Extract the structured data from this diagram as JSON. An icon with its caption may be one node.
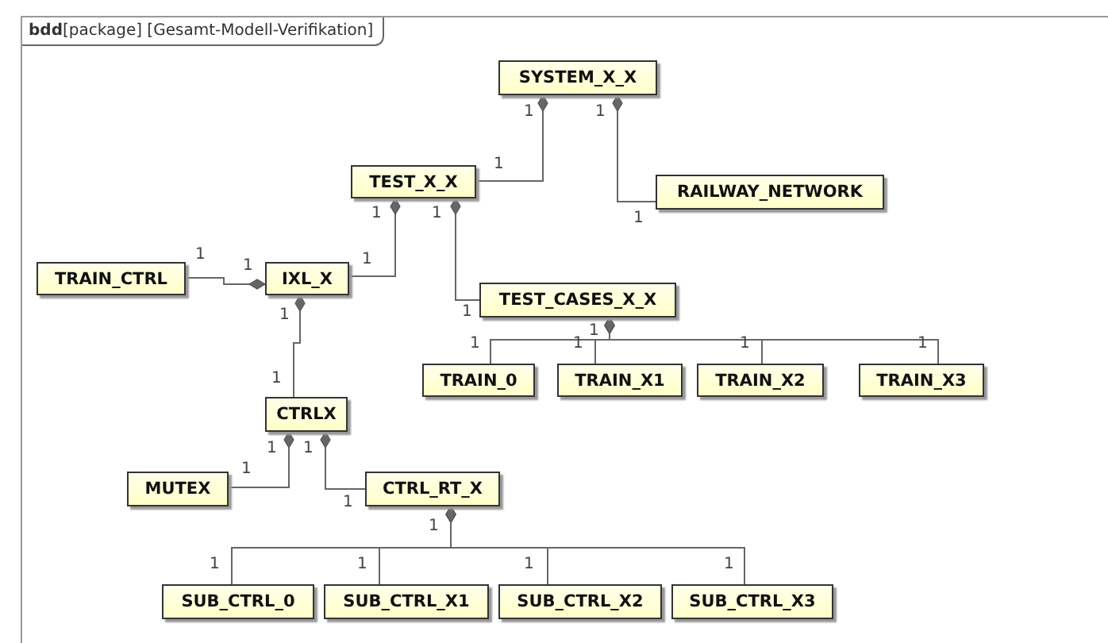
{
  "diagram": {
    "nodes": [
      {
        "text": [
          "**bdd**[package] [Gesamt-Modell-Verifikation]"
        ]
      },
      {
        "text": [
          "SYSTEM_X_X"
        ],
        "in": 0
      },
      {
        "text": [
          "TEST_X_X"
        ],
        "in": 0
      },
      {
        "text": [
          "RAILWAY_NETWORK"
        ],
        "in": 0
      },
      {
        "text": [
          "TRAIN_CTRL"
        ],
        "in": 0
      },
      {
        "text": [
          "IXL_X"
        ],
        "in": 0
      },
      {
        "text": [
          "TEST_CASES_X_X"
        ],
        "in": 0
      },
      {
        "text": [
          "TRAIN_0"
        ],
        "in": 0
      },
      {
        "text": [
          "TRAIN_X1"
        ],
        "in": 0
      },
      {
        "text": [
          "TRAIN_X2"
        ],
        "in": 0
      },
      {
        "text": [
          "TRAIN_X3"
        ],
        "in": 0
      },
      {
        "text": [
          "CTRLX"
        ],
        "in": 0
      },
      {
        "text": [
          "MUTEX"
        ],
        "in": 0
      },
      {
        "text": [
          "CTRL_RT_X"
        ],
        "in": 0
      },
      {
        "text": [
          "SUB_CTRL_0"
        ],
        "in": 0
      },
      {
        "text": [
          "SUB_CTRL_X1"
        ],
        "in": 0
      },
      {
        "text": [
          "SUB_CTRL_X2"
        ],
        "in": 0
      },
      {
        "text": [
          "SUB_CTRL_X3"
        ],
        "in": 0
      }
    ],
    "edges": [
      {
        "from": 1,
        "to": 2,
        "arrow": "other"
      },
      {
        "from": 1,
        "to": 3,
        "arrow": "other"
      },
      {
        "from": 2,
        "to": 5,
        "arrow": "other"
      },
      {
        "from": 2,
        "to": 6,
        "arrow": "other"
      },
      {
        "from": 5,
        "to": 4,
        "arrow": "other"
      },
      {
        "from": 5,
        "to": 11,
        "arrow": "other"
      },
      {
        "from": 6,
        "to": 7,
        "arrow": "other"
      },
      {
        "from": 6,
        "to": 8,
        "arrow": "other"
      },
      {
        "from": 6,
        "to": 9,
        "arrow": "other"
      },
      {
        "from": 6,
        "to": 10,
        "arrow": "other"
      },
      {
        "from": 11,
        "to": 12,
        "arrow": "other"
      },
      {
        "from": 11,
        "to": 13,
        "arrow": "other"
      },
      {
        "from": 13,
        "to": 14,
        "arrow": "other"
      },
      {
        "from": 13,
        "to": 15,
        "arrow": "other"
      },
      {
        "from": 13,
        "to": 16,
        "arrow": "other"
      },
      {
        "from": 13,
        "to": 17,
        "arrow": "other"
      }
    ],
    "labels": [
      "1",
      "1",
      "1",
      "1",
      "1",
      "1",
      "1",
      "1",
      "1",
      "1",
      "1",
      "1",
      "1",
      "1",
      "1",
      "1",
      "1",
      "1",
      "1",
      "1",
      "1",
      "1",
      "1",
      "1",
      "1",
      "1"
    ]
  }
}
